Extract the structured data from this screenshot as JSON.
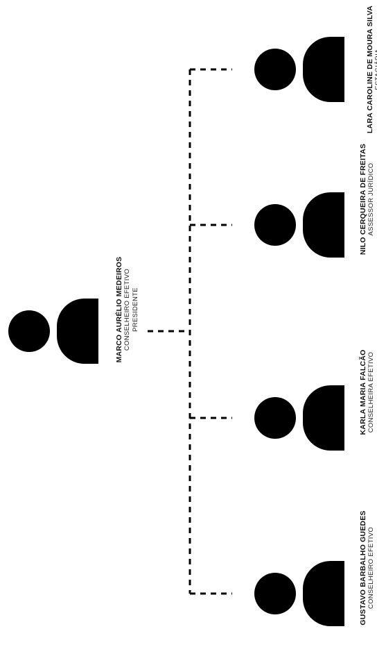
{
  "org_chart": {
    "root": {
      "name": "MARCO AURÉLIO MEDEIROS",
      "roles": [
        "CONSELHEIRO EFETIVO",
        "PRESIDENTE"
      ]
    },
    "members": [
      {
        "name": "GUSTAVO BARBALHO GUEDES",
        "role": "CONSELHEIRO EFETIVO"
      },
      {
        "name": "KARLA MARIA FALCÃO",
        "role": "CONSELHEIRA EFETIVO"
      },
      {
        "name": "NILO CERQUEIRA DE FREITAS",
        "role": "ASSESSOR JURÍDICO"
      },
      {
        "name": "LARA CAROLINE DE MOURA SILVA",
        "role": "ESTAGIÁRIA"
      }
    ]
  },
  "colors": {
    "icon": "#000000",
    "connector": "#000000",
    "text": "#111111"
  },
  "icon_name": "person-icon"
}
